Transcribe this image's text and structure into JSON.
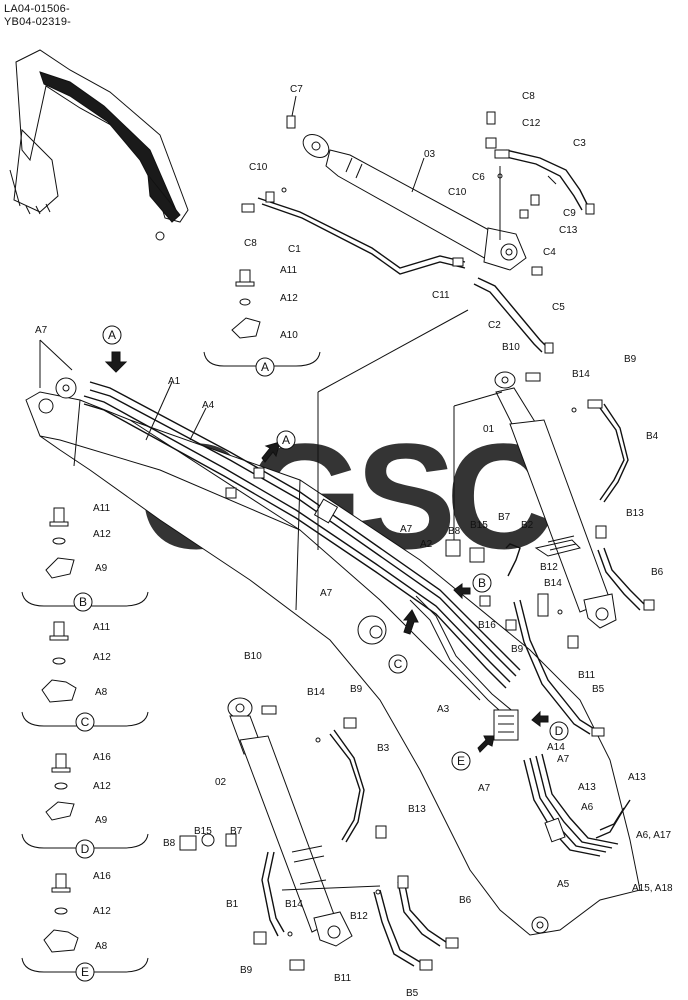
{
  "header": {
    "line1": "LA04-01506-",
    "line2": "YB04-02319-"
  },
  "watermark": {
    "letters": [
      "C",
      "G",
      "S",
      "C"
    ],
    "colors": [
      "#5b9cf3",
      "#f26b6b",
      "#f7d46b",
      "#4dbb7f"
    ]
  },
  "callouts": [
    {
      "id": "c7",
      "text": "C7"
    },
    {
      "id": "c8a",
      "text": "C8"
    },
    {
      "id": "c12",
      "text": "C12"
    },
    {
      "id": "c3",
      "text": "C3"
    },
    {
      "id": "c6",
      "text": "C6"
    },
    {
      "id": "c10a",
      "text": "C10"
    },
    {
      "id": "c9",
      "text": "C9"
    },
    {
      "id": "c13",
      "text": "C13"
    },
    {
      "id": "c4",
      "text": "C4"
    },
    {
      "id": "c5",
      "text": "C5"
    },
    {
      "id": "c2",
      "text": "C2"
    },
    {
      "id": "c11",
      "text": "C11"
    },
    {
      "id": "c1",
      "text": "C1"
    },
    {
      "id": "c8b",
      "text": "C8"
    },
    {
      "id": "c10b",
      "text": "C10"
    },
    {
      "id": "o3",
      "text": "03"
    },
    {
      "id": "a11top",
      "text": "A11"
    },
    {
      "id": "a12top",
      "text": "A12"
    },
    {
      "id": "a10top",
      "text": "A10"
    },
    {
      "id": "a7a",
      "text": "A7"
    },
    {
      "id": "a1",
      "text": "A1"
    },
    {
      "id": "a4",
      "text": "A4"
    },
    {
      "id": "b10a",
      "text": "B10"
    },
    {
      "id": "b14a",
      "text": "B14"
    },
    {
      "id": "b9a",
      "text": "B9"
    },
    {
      "id": "b4",
      "text": "B4"
    },
    {
      "id": "o1",
      "text": "01"
    },
    {
      "id": "b13a",
      "text": "B13"
    },
    {
      "id": "b6a",
      "text": "B6"
    },
    {
      "id": "b15a",
      "text": "B15"
    },
    {
      "id": "b7a",
      "text": "B7"
    },
    {
      "id": "b2",
      "text": "B2"
    },
    {
      "id": "b8a",
      "text": "B8"
    },
    {
      "id": "a7b",
      "text": "A7"
    },
    {
      "id": "a2",
      "text": "A2"
    },
    {
      "id": "a7c",
      "text": "A7"
    },
    {
      "id": "b12a",
      "text": "B12"
    },
    {
      "id": "b14b",
      "text": "B14"
    },
    {
      "id": "b16",
      "text": "B16"
    },
    {
      "id": "b9b",
      "text": "B9"
    },
    {
      "id": "b11a",
      "text": "B11"
    },
    {
      "id": "b5a",
      "text": "B5"
    },
    {
      "id": "a3",
      "text": "A3"
    },
    {
      "id": "a14",
      "text": "A14"
    },
    {
      "id": "a7d",
      "text": "A7"
    },
    {
      "id": "a7e",
      "text": "A7"
    },
    {
      "id": "a13a",
      "text": "A13"
    },
    {
      "id": "a13b",
      "text": "A13"
    },
    {
      "id": "a6",
      "text": "A6"
    },
    {
      "id": "a6a17",
      "text": "A6, A17"
    },
    {
      "id": "a5",
      "text": "A5"
    },
    {
      "id": "a15a18",
      "text": "A15, A18"
    },
    {
      "id": "b10b",
      "text": "B10"
    },
    {
      "id": "b14c",
      "text": "B14"
    },
    {
      "id": "b9c",
      "text": "B9"
    },
    {
      "id": "b3",
      "text": "B3"
    },
    {
      "id": "o2",
      "text": "02"
    },
    {
      "id": "b13b",
      "text": "B13"
    },
    {
      "id": "b8b",
      "text": "B8"
    },
    {
      "id": "b15b",
      "text": "B15"
    },
    {
      "id": "b7b",
      "text": "B7"
    },
    {
      "id": "b1",
      "text": "B1"
    },
    {
      "id": "b14d",
      "text": "B14"
    },
    {
      "id": "b12b",
      "text": "B12"
    },
    {
      "id": "b6b",
      "text": "B6"
    },
    {
      "id": "b9d",
      "text": "B9"
    },
    {
      "id": "b11b",
      "text": "B11"
    },
    {
      "id": "b5b",
      "text": "B5"
    },
    {
      "id": "a11b",
      "text": "A11"
    },
    {
      "id": "a12b",
      "text": "A12"
    },
    {
      "id": "a9b",
      "text": "A9"
    },
    {
      "id": "a11c",
      "text": "A11"
    },
    {
      "id": "a12c",
      "text": "A12"
    },
    {
      "id": "a8c",
      "text": "A8"
    },
    {
      "id": "a16d",
      "text": "A16"
    },
    {
      "id": "a12d",
      "text": "A12"
    },
    {
      "id": "a9d",
      "text": "A9"
    },
    {
      "id": "a16e",
      "text": "A16"
    },
    {
      "id": "a12e",
      "text": "A12"
    },
    {
      "id": "a8e",
      "text": "A8"
    }
  ],
  "view_markers": [
    {
      "id": "vA1",
      "text": "A"
    },
    {
      "id": "vA2",
      "text": "A"
    },
    {
      "id": "vA3",
      "text": "A"
    },
    {
      "id": "vB1",
      "text": "B"
    },
    {
      "id": "vB2",
      "text": "B"
    },
    {
      "id": "vC1",
      "text": "C"
    },
    {
      "id": "vC2",
      "text": "C"
    },
    {
      "id": "vD1",
      "text": "D"
    },
    {
      "id": "vD2",
      "text": "D"
    },
    {
      "id": "vE1",
      "text": "E"
    },
    {
      "id": "vE2",
      "text": "E"
    }
  ]
}
